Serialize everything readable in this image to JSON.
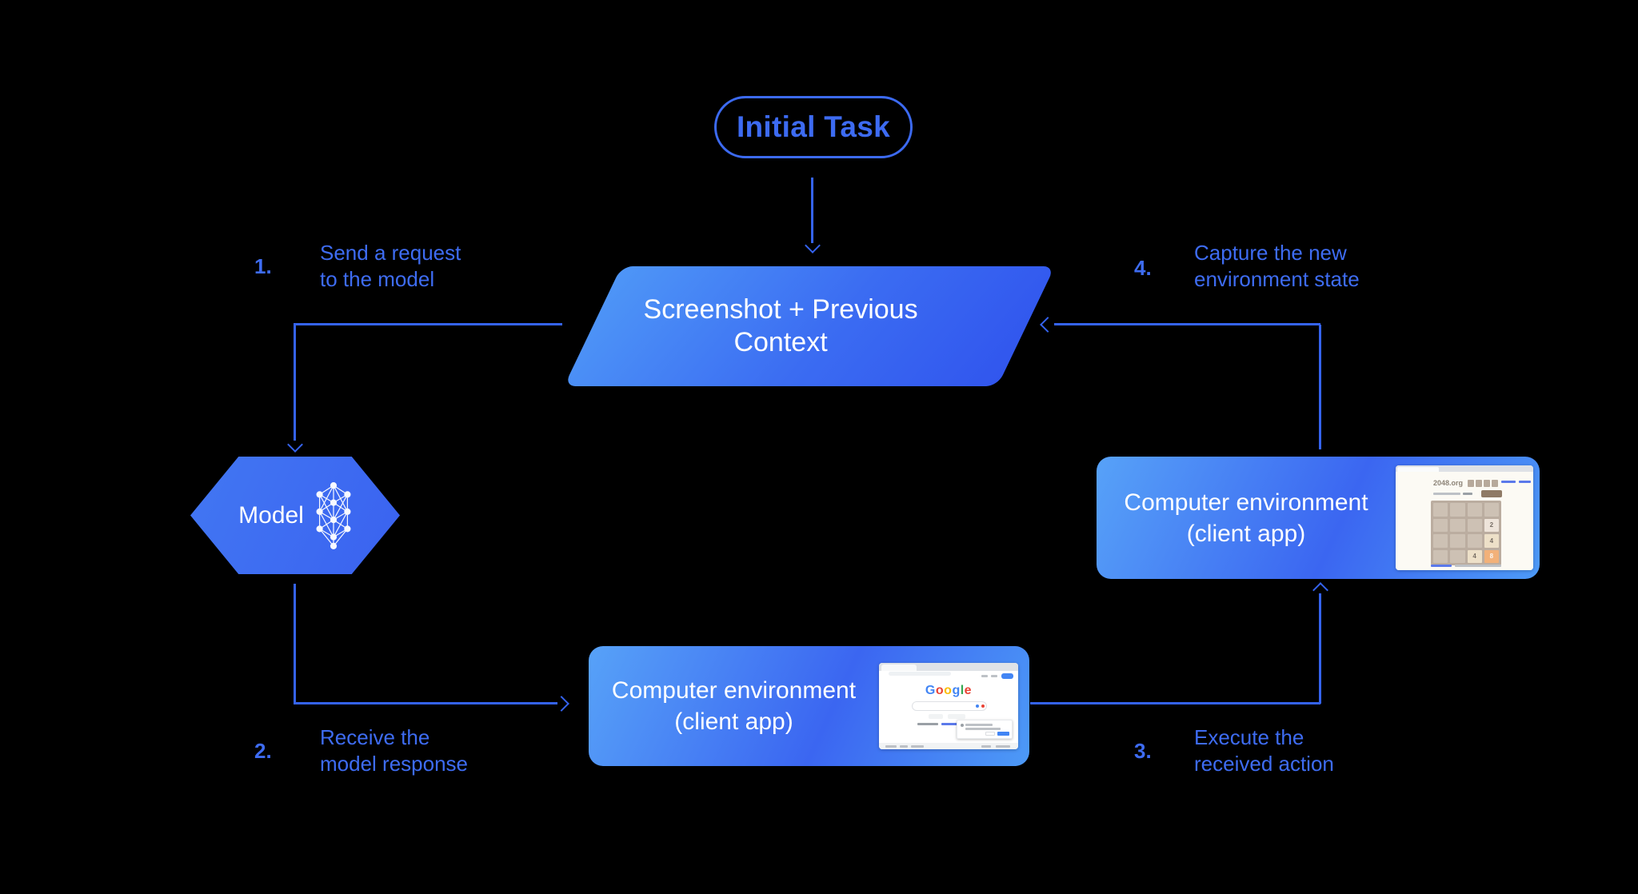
{
  "diagram": {
    "initial_task": "Initial Task",
    "context": {
      "line1": "Screenshot + Previous",
      "line2": "Context"
    },
    "model": "Model",
    "env_bottom": {
      "line1": "Computer environment",
      "line2": "(client app)"
    },
    "env_right": {
      "line1": "Computer environment",
      "line2": "(client app)"
    },
    "steps": [
      {
        "num": "1.",
        "line1": "Send a request",
        "line2": "to the model"
      },
      {
        "num": "2.",
        "line1": "Receive the",
        "line2": "model response"
      },
      {
        "num": "3.",
        "line1": "Execute the",
        "line2": "received action"
      },
      {
        "num": "4.",
        "line1": "Capture the new",
        "line2": "environment state"
      }
    ]
  },
  "google_page": {
    "logo": [
      "G",
      "o",
      "o",
      "g",
      "l",
      "e"
    ]
  },
  "game_page": {
    "title": "2048.org",
    "tiles": [
      "2",
      "4",
      "4",
      "8"
    ]
  },
  "colors": {
    "background": "#000000",
    "accent_text": "#3E6CF2",
    "accent_line": "#3563F0",
    "shape_gradient_light": "#55A1F8",
    "shape_gradient_dark": "#3156EE",
    "shape_text": "#FFFFFF",
    "google_blue": "#4285F4",
    "google_red": "#EA4335",
    "google_yellow": "#FBBC05",
    "google_green": "#34A853",
    "tile_8_orange": "#F2B179",
    "board_taupe": "#BBADA0"
  }
}
